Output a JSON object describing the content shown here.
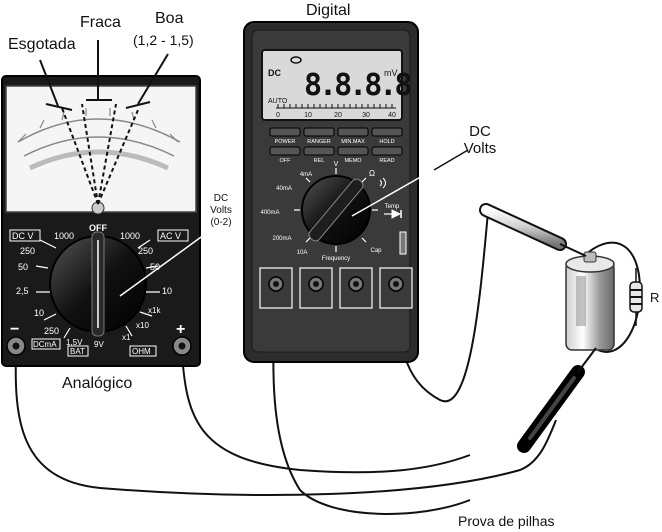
{
  "labels": {
    "esgotada": "Esgotada",
    "fraca": "Fraca",
    "boa": "Boa",
    "boa_range": "(1,2 - 1,5)",
    "digital": "Digital",
    "dc_volts_line1": "DC",
    "dc_volts_line2": "Volts",
    "dc_volts_small_1": "DC",
    "dc_volts_small_2": "Volts",
    "dc_volts_small_3": "(0-2)",
    "analogico": "Analógico",
    "prova": "Prova de pilhas",
    "resistor": "R"
  },
  "analog": {
    "plus": "+",
    "minus": "−",
    "dial": {
      "off": "OFF",
      "dcv": "DC V",
      "acv": "AC V",
      "l1000": "1000",
      "r1000": "1000",
      "l250": "250",
      "r250": "250",
      "l50": "50",
      "r50": "50",
      "l25": "2,5",
      "r10": "10",
      "bl10": "10",
      "bl250": "250",
      "dcma": "DCmA",
      "v15": "1,5V",
      "v9": "9V",
      "bat": "BAT",
      "x1": "x1",
      "x10": "x10",
      "x1k": "x1k",
      "ohm": "OHM"
    }
  },
  "digital": {
    "lcd_dc": "DC",
    "lcd_value": "8.8.8.8",
    "lcd_unit": "mV",
    "lcd_auto": "AUTO",
    "bar_ticks": [
      "0",
      "10",
      "20",
      "30",
      "40"
    ],
    "buttons_top": [
      "POWER",
      "RANGER",
      "MIN.MAX",
      "HOLD"
    ],
    "buttons_bottom": [
      "OFF",
      "REL",
      "MEMO",
      "READ"
    ],
    "dial": {
      "v": "V",
      "ohm": "Ω",
      "ma4": "4mA",
      "ma40": "40mA",
      "ma400": "400mA",
      "ma200": "200mA",
      "a10": "10A",
      "freq": "Frequency",
      "cap": "Cap",
      "temp": "Temp"
    }
  }
}
